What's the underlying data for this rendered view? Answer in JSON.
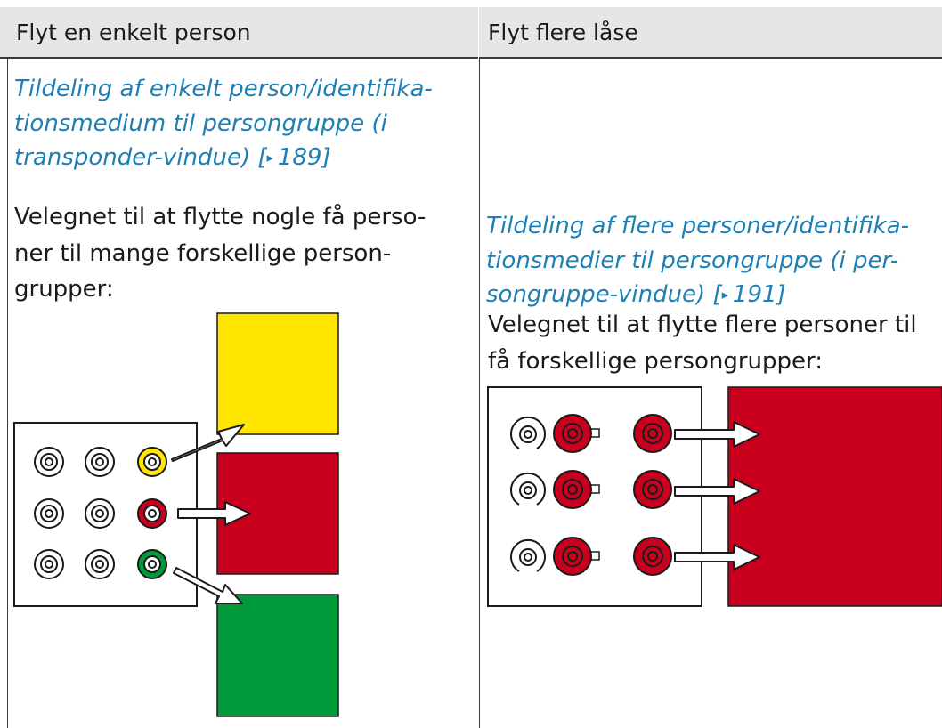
{
  "header": {
    "col1": "Flyt en enkelt person",
    "col2": "Flyt flere låse"
  },
  "left": {
    "link_lines": [
      "Tildeling af enkelt person/identifika-",
      "tionsmedium til persongruppe (i",
      "transponder-vindue) [",
      "189]"
    ],
    "para_lines": [
      "Velegnet til at flytte nogle få perso-",
      "ner til mange forskellige person-",
      "grupper:"
    ]
  },
  "right": {
    "link_lines": [
      "Tildeling af flere personer/identifika-",
      "tionsmedier til persongruppe (i per-",
      "songruppe-vindue) [",
      "191]"
    ],
    "para_lines": [
      "Velegnet til at flytte flere personer til",
      "få forskellige persongrupper:"
    ]
  },
  "colors": {
    "yellow": "#ffe600",
    "red": "#c8001e",
    "green": "#009a3a",
    "link": "#1d7fb4"
  }
}
